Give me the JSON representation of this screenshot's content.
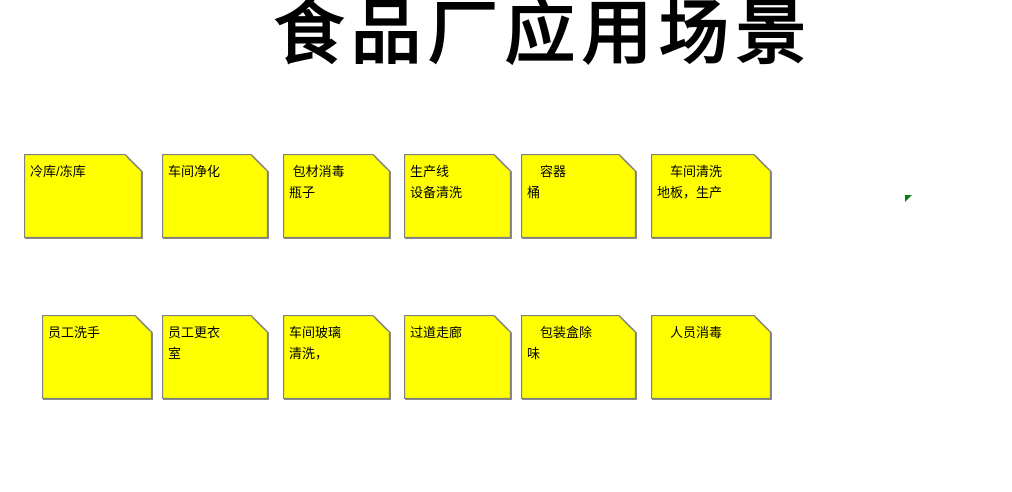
{
  "title": "食品厂应用场景",
  "colors": {
    "note_fill": "#ffff00",
    "note_border": "#808080",
    "note_shadow": "#8a8a8a",
    "marker_green": "#0b7b0b",
    "text": "#000000"
  },
  "rows": [
    {
      "notes": [
        {
          "text": "冷库/冻库"
        },
        {
          "text": "车间净化"
        },
        {
          "text": " 包材消毒\n瓶子"
        },
        {
          "text": "生产线\n设备清洗"
        },
        {
          "text": "　容器\n桶"
        },
        {
          "text": "　车间清洗\n地板，生产"
        }
      ]
    },
    {
      "notes": [
        {
          "text": "员工洗手"
        },
        {
          "text": "员工更衣\n室"
        },
        {
          "text": "车间玻璃\n清洗，"
        },
        {
          "text": "过道走廊"
        },
        {
          "text": "　包装盒除\n味"
        },
        {
          "text": "　人员消毒"
        }
      ]
    }
  ],
  "marker": {
    "shape": "small-green-triangle"
  }
}
